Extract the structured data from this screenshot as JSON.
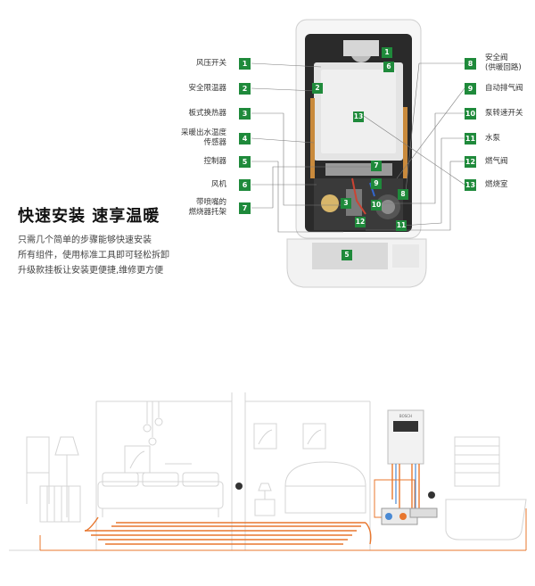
{
  "headline": "快速安装  速享温暖",
  "description": [
    "只需几个简单的步骤能够快速安装",
    "所有组件，使用标准工具即可轻松拆卸",
    "升级款挂板让安装更便捷,维修更方便"
  ],
  "left_labels": [
    {
      "text": "风压开关",
      "num": "1"
    },
    {
      "text": "安全限温器",
      "num": "2"
    },
    {
      "text": "板式换热器",
      "num": "3"
    },
    {
      "text": "采暖出水温度",
      "text2": "传感器",
      "num": "4"
    },
    {
      "text": "控制器",
      "num": "5"
    },
    {
      "text": "风机",
      "num": "6"
    },
    {
      "text": "带喷嘴的",
      "text2": "燃烧器托架",
      "num": "7"
    }
  ],
  "right_labels": [
    {
      "text": "安全阀",
      "text2": "(供暖回路)",
      "num": "8"
    },
    {
      "text": "自动排气阀",
      "num": "9"
    },
    {
      "text": "泵转速开关",
      "num": "10"
    },
    {
      "text": "水泵",
      "num": "11"
    },
    {
      "text": "燃气阀",
      "num": "12"
    },
    {
      "text": "燃烧室",
      "num": "13"
    }
  ],
  "product_badges": [
    "1",
    "6",
    "2",
    "13",
    "7",
    "3",
    "9",
    "8",
    "10",
    "12",
    "11",
    "5"
  ],
  "boiler_brand": "BOSCH",
  "colors": {
    "badge": "#1f8a3b",
    "heating_pipe": "#e8772e",
    "line": "#c9c9c9"
  }
}
